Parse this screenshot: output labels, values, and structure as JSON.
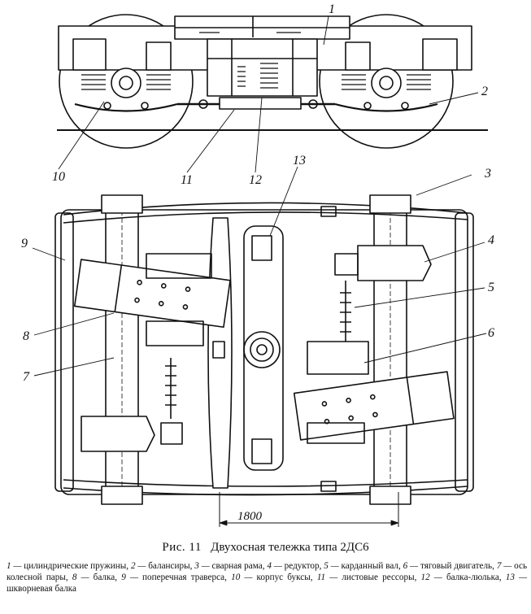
{
  "figure": {
    "callouts": {
      "c1": "1",
      "c2": "2",
      "c3": "3",
      "c4": "4",
      "c5": "5",
      "c6": "6",
      "c7": "7",
      "c8": "8",
      "c9": "9",
      "c10": "10",
      "c11": "11",
      "c12": "12",
      "c13": "13"
    },
    "dimension": "1800"
  },
  "caption": {
    "number": "Рис. 11",
    "title": "Двухосная тележка типа 2ДС6"
  },
  "legend": [
    {
      "num": "1",
      "text": "цилиндрические пружины,"
    },
    {
      "num": "2",
      "text": "балансиры,"
    },
    {
      "num": "3",
      "text": "сварная рама,"
    },
    {
      "num": "4",
      "text": "редуктор,"
    },
    {
      "num": "5",
      "text": "карданный вал,"
    },
    {
      "num": "6",
      "text": "тяговый двигатель,"
    },
    {
      "num": "7",
      "text": "ось колесной пары,"
    },
    {
      "num": "8",
      "text": "балка,"
    },
    {
      "num": "9",
      "text": "поперечная траверса,"
    },
    {
      "num": "10",
      "text": "корпус буксы,"
    },
    {
      "num": "11",
      "text": "листовые рессоры,"
    },
    {
      "num": "12",
      "text": "балка-люлька,"
    },
    {
      "num": "13",
      "text": "шкворневая балка"
    }
  ]
}
